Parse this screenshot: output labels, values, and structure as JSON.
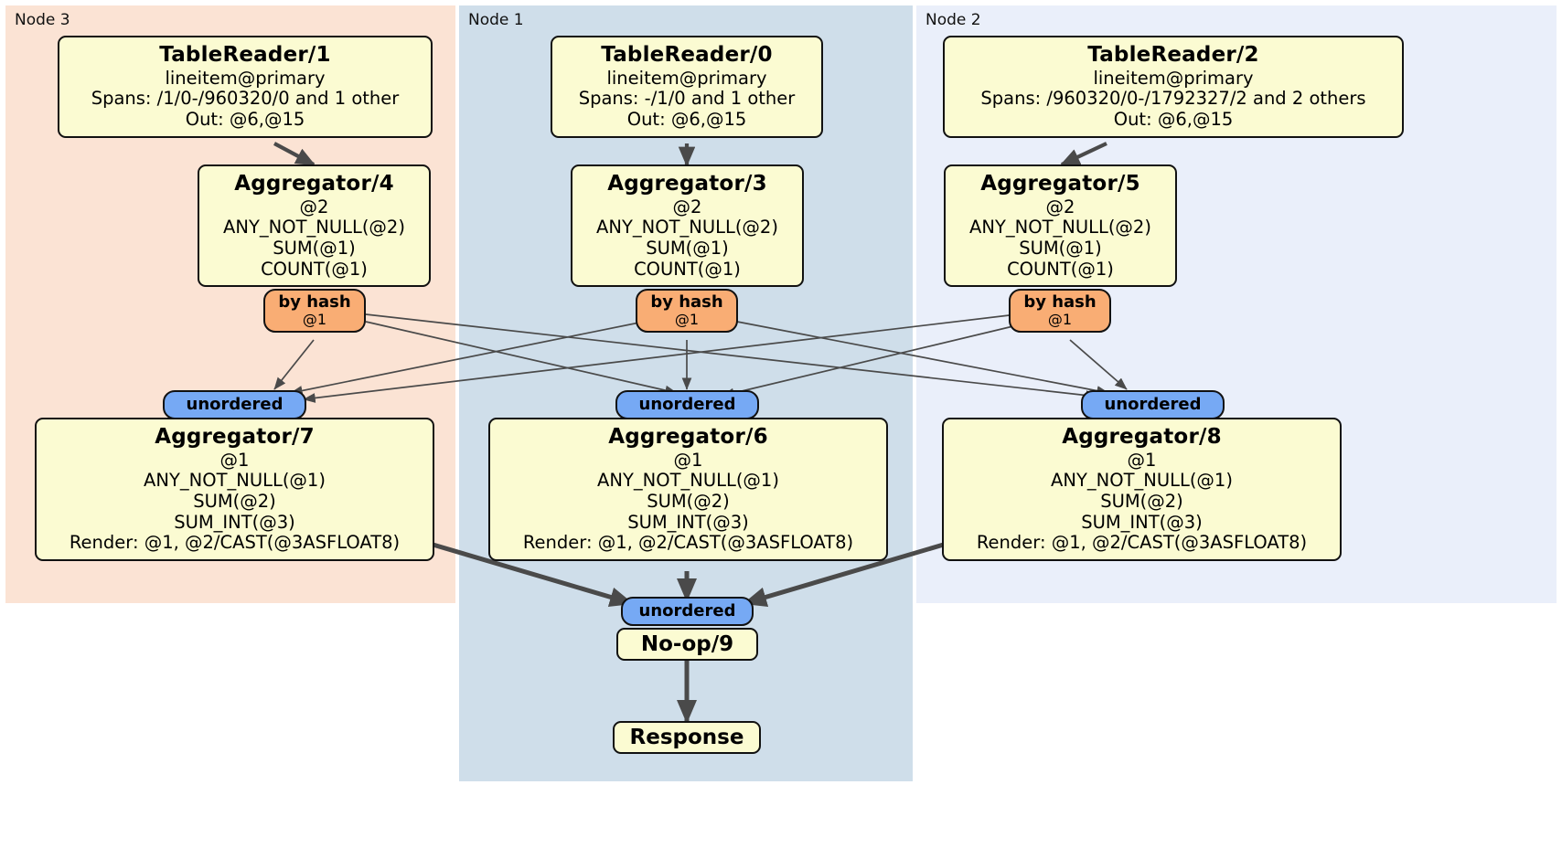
{
  "diagram": {
    "kind": "distributed-query-plan",
    "colors": {
      "node3_panel": "#fbe3d4",
      "node1_panel": "#cfdeea",
      "node2_panel": "#eaeffa",
      "processor_fill": "#fbfbd2",
      "hash_badge": "#f9ad74",
      "unordered_badge": "#76a9f4",
      "edge": "#4a4a4a",
      "border": "#111111"
    }
  },
  "panels": [
    {
      "label": "Node 3"
    },
    {
      "label": "Node 1"
    },
    {
      "label": "Node 2"
    }
  ],
  "readers": [
    {
      "title": "TableReader/1",
      "table": "lineitem@primary",
      "spans": "Spans: /1/0-/960320/0 and 1 other",
      "out": "Out: @6,@15"
    },
    {
      "title": "TableReader/0",
      "table": "lineitem@primary",
      "spans": "Spans: -/1/0 and 1 other",
      "out": "Out: @6,@15"
    },
    {
      "title": "TableReader/2",
      "table": "lineitem@primary",
      "spans": "Spans: /960320/0-/1792327/2 and 2 others",
      "out": "Out: @6,@15"
    }
  ],
  "aggregators_stage1": [
    {
      "title": "Aggregator/4",
      "group": "@2",
      "agg1": "ANY_NOT_NULL(@2)",
      "agg2": "SUM(@1)",
      "agg3": "COUNT(@1)"
    },
    {
      "title": "Aggregator/3",
      "group": "@2",
      "agg1": "ANY_NOT_NULL(@2)",
      "agg2": "SUM(@1)",
      "agg3": "COUNT(@1)"
    },
    {
      "title": "Aggregator/5",
      "group": "@2",
      "agg1": "ANY_NOT_NULL(@2)",
      "agg2": "SUM(@1)",
      "agg3": "COUNT(@1)"
    }
  ],
  "hash_badges": [
    {
      "title": "by hash",
      "sub": "@1"
    },
    {
      "title": "by hash",
      "sub": "@1"
    },
    {
      "title": "by hash",
      "sub": "@1"
    }
  ],
  "unordered_badges_mid": [
    {
      "title": "unordered"
    },
    {
      "title": "unordered"
    },
    {
      "title": "unordered"
    }
  ],
  "aggregators_stage2": [
    {
      "title": "Aggregator/7",
      "group": "@1",
      "agg1": "ANY_NOT_NULL(@1)",
      "agg2": "SUM(@2)",
      "agg3": "SUM_INT(@3)",
      "render": "Render: @1, @2/CAST(@3ASFLOAT8)"
    },
    {
      "title": "Aggregator/6",
      "group": "@1",
      "agg1": "ANY_NOT_NULL(@1)",
      "agg2": "SUM(@2)",
      "agg3": "SUM_INT(@3)",
      "render": "Render: @1, @2/CAST(@3ASFLOAT8)"
    },
    {
      "title": "Aggregator/8",
      "group": "@1",
      "agg1": "ANY_NOT_NULL(@1)",
      "agg2": "SUM(@2)",
      "agg3": "SUM_INT(@3)",
      "render": "Render: @1, @2/CAST(@3ASFLOAT8)"
    }
  ],
  "final": {
    "unordered": "unordered",
    "noop": "No-op/9",
    "response": "Response"
  }
}
